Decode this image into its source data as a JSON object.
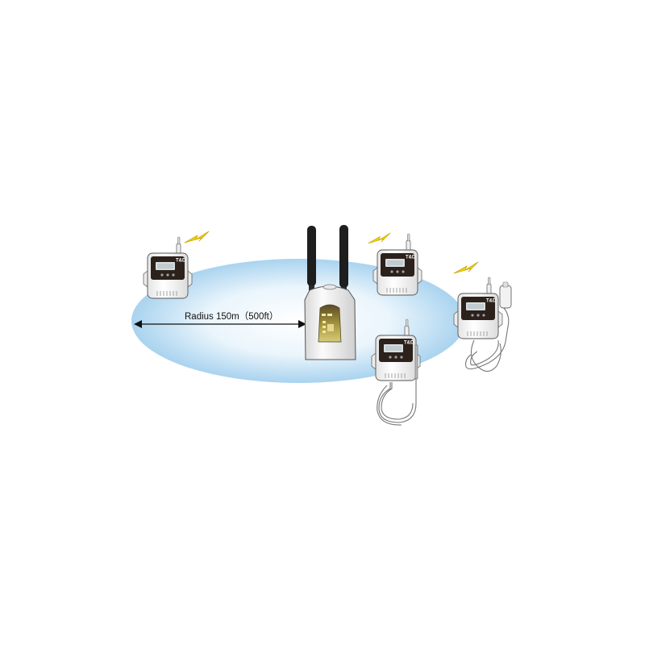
{
  "radius_label": "Radius 150m（500ft）",
  "colors": {
    "range_zone_center": "#ffffff",
    "range_zone_edge": "#a9d3ef",
    "signal_bolt": "#f2d400",
    "signal_bolt_outline": "#c9a800",
    "device_body": "#f4f4f4",
    "device_outline": "#555555",
    "display_bezel": "#2d211c",
    "lcd": "#d6dde0",
    "antenna": "#1e1e1e",
    "base_station_panel": "#8a7a2e"
  },
  "devices": [
    {
      "name": "wireless-logger",
      "icon": "data-logger-icon",
      "has_signal": true
    },
    {
      "name": "wireless-logger",
      "icon": "data-logger-icon",
      "has_signal": true
    },
    {
      "name": "wireless-logger-with-cable-probe",
      "icon": "data-logger-probe-icon",
      "has_signal": false
    },
    {
      "name": "wireless-logger-with-humidity-sensor",
      "icon": "data-logger-sensor-icon",
      "has_signal": true
    }
  ],
  "base_station": {
    "icon": "base-station-icon",
    "antennas": 2
  }
}
